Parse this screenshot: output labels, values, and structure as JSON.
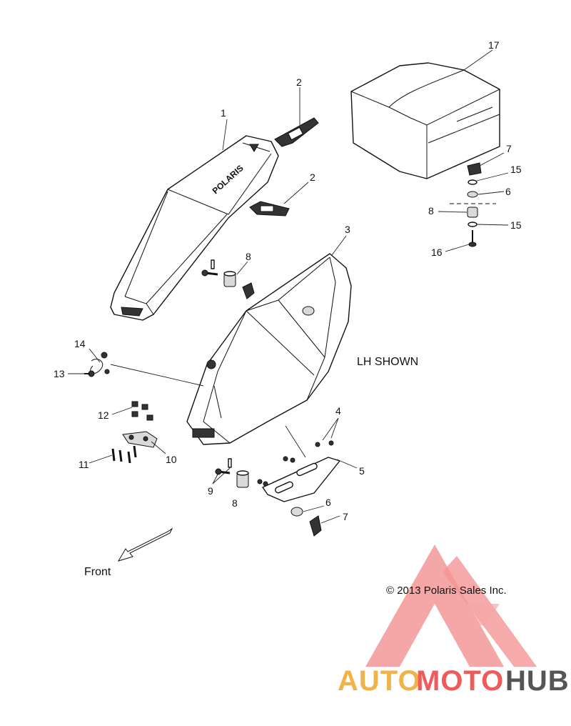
{
  "callouts": {
    "c1": "1",
    "c2a": "2",
    "c2b": "2",
    "c3": "3",
    "c4": "4",
    "c5": "5",
    "c6a": "6",
    "c6b": "6",
    "c7a": "7",
    "c7b": "7",
    "c8a": "8",
    "c8b": "8",
    "c8c": "8",
    "c9": "9",
    "c10": "10",
    "c11": "11",
    "c12": "12",
    "c13": "13",
    "c14": "14",
    "c15a": "15",
    "c15b": "15",
    "c16": "16",
    "c17": "17"
  },
  "seat_logo": "POLARIS",
  "view_note": "LH SHOWN",
  "front_label": "Front",
  "copyright": "© 2013 Polaris Sales Inc.",
  "watermark": {
    "part1": "AUTO",
    "part2": "MOTO",
    "part3": "HUB",
    "colors": {
      "auto": "#f2b24a",
      "moto": "#ef5a5a",
      "hub": "#555555",
      "logo": "#f07070"
    }
  }
}
